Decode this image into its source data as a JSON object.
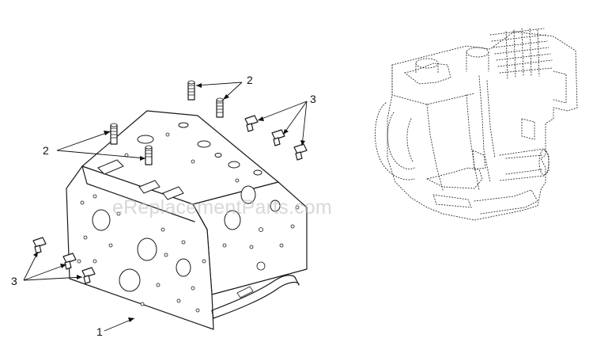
{
  "watermark": "eReplacementParts.com",
  "callouts": {
    "frame": "1",
    "fitting_top": "2",
    "fitting_left": "2",
    "nut_top": "3",
    "nut_left": "3"
  }
}
